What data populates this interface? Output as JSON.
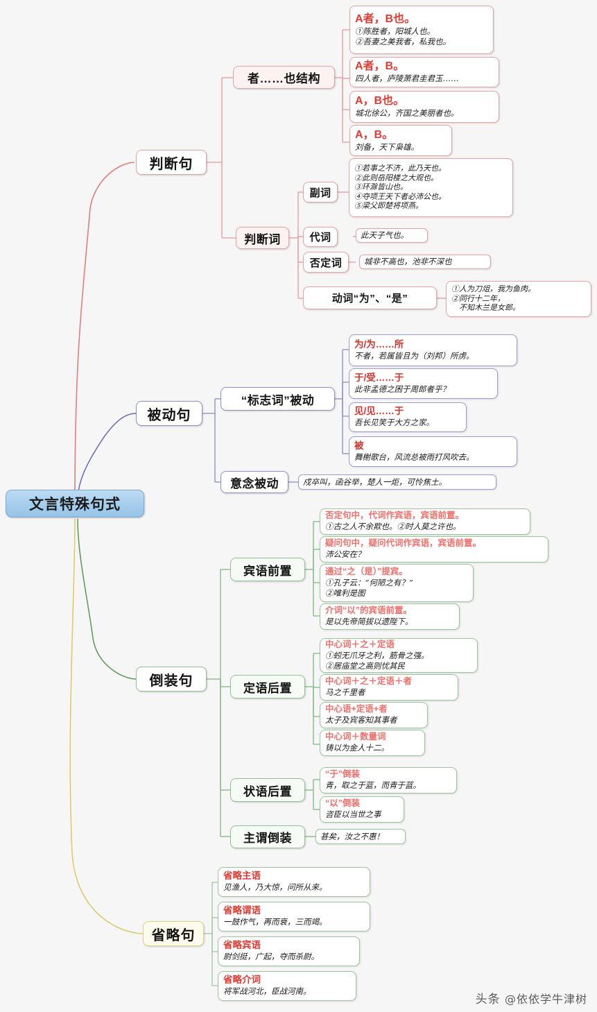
{
  "root": {
    "label": "文言特殊句式"
  },
  "colors": {
    "root_fill": "#a9cfee",
    "branch_judgment": "#e8a4a4",
    "branch_passive": "#8f8fd0",
    "branch_inversion": "#95c295",
    "branch_ellipsis": "#dcd28a",
    "highlight_text": "#e03a32",
    "background": "#f6f6f6"
  },
  "watermark": {
    "platform": "头条",
    "handle": "@依依学牛津树"
  },
  "branches": [
    {
      "id": "judgment",
      "label": "判断句",
      "children": [
        {
          "label": "者……也结构",
          "cards": [
            {
              "title": "A者，B也。",
              "body": "①陈胜者，阳城人也。\n②吾妻之美我者，私我也。"
            },
            {
              "title": "A者，B。",
              "body": "四人者，庐陵萧君圭君玉……"
            },
            {
              "title": "A，B也。",
              "body": "城北徐公，齐国之美丽者也。"
            },
            {
              "title": "A，B。",
              "body": "刘备，天下枭雄。"
            }
          ]
        },
        {
          "label": "判断词",
          "children": [
            {
              "label": "副词",
              "cards": [
                {
                  "body": "①若事之不济，此乃天也。\n②此则岳阳楼之大观也。\n③环滁皆山也。\n④夺项王天下者必沛公也。\n⑤梁父即楚将项燕。"
                }
              ]
            },
            {
              "label": "代词",
              "cards": [
                {
                  "body": "此天子气也。"
                }
              ]
            },
            {
              "label": "否定词",
              "cards": [
                {
                  "body": "城非不高也，池非不深也"
                }
              ]
            },
            {
              "label": "动词“为”、“是”",
              "cards": [
                {
                  "body": "①人为刀俎，我为鱼肉。\n②同行十二年，\n　不知木兰是女郎。"
                }
              ]
            }
          ]
        }
      ]
    },
    {
      "id": "passive",
      "label": "被动句",
      "children": [
        {
          "label": "“标志词”被动",
          "cards": [
            {
              "title": "为/为……所",
              "body": "不者，若属皆且为（刘邦）所虏。"
            },
            {
              "title": "于/受……于",
              "body": "此非孟德之困于周郎者乎？"
            },
            {
              "title": "见/见……于",
              "body": "吾长见笑于大方之家。"
            },
            {
              "title": "被",
              "body": "舞榭歌台，风流总被雨打风吹去。"
            }
          ]
        },
        {
          "label": "意念被动",
          "cards": [
            {
              "body": "戍卒叫，函谷举，楚人一炬，可怜焦土。"
            }
          ]
        }
      ]
    },
    {
      "id": "inversion",
      "label": "倒装句",
      "children": [
        {
          "label": "宾语前置",
          "cards": [
            {
              "title": "否定句中，代词作宾语，宾语前置。",
              "body": "①古之人不余欺也。②时人莫之许也。"
            },
            {
              "title": "疑问句中，疑问代词作宾语，宾语前置。",
              "body": "沛公安在？"
            },
            {
              "title": "通过“之（是）”提宾。",
              "body": "①孔子云：“何陋之有？”\n②唯利是图"
            },
            {
              "title": "介词“以”的宾语前置。",
              "body": "是以先帝简拔以遗陛下。"
            }
          ]
        },
        {
          "label": "定语后置",
          "cards": [
            {
              "title": "中心词＋之＋定语",
              "body": "①蚓无爪牙之利，筋骨之强。\n②居庙堂之高则忧其民"
            },
            {
              "title": "中心词＋之＋定语＋者",
              "body": "马之千里者"
            },
            {
              "title": "中心语+定语+者",
              "body": "太子及宾客知其事者"
            },
            {
              "title": "中心词＋数量词",
              "body": "铸以为金人十二。"
            }
          ]
        },
        {
          "label": "状语后置",
          "cards": [
            {
              "title": "“于”倒装",
              "body": "青，取之于蓝，而青于蓝。"
            },
            {
              "title": "“以”倒装",
              "body": "咨臣以当世之事"
            }
          ]
        },
        {
          "label": "主谓倒装",
          "cards": [
            {
              "body": "甚矣，汝之不惠！"
            }
          ]
        }
      ]
    },
    {
      "id": "ellipsis",
      "label": "省略句",
      "children": [
        {
          "cards": [
            {
              "title": "省略主语",
              "body": "见渔人，乃大惊，问所从来。"
            }
          ]
        },
        {
          "cards": [
            {
              "title": "省略谓语",
              "body": "一鼓作气，再而衰，三而竭。"
            }
          ]
        },
        {
          "cards": [
            {
              "title": "省略宾语",
              "body": "尉剑挺，广起，夺而杀尉。"
            }
          ]
        },
        {
          "cards": [
            {
              "title": "省略介词",
              "body": "将军战河北，臣战河南。"
            }
          ]
        }
      ]
    }
  ]
}
